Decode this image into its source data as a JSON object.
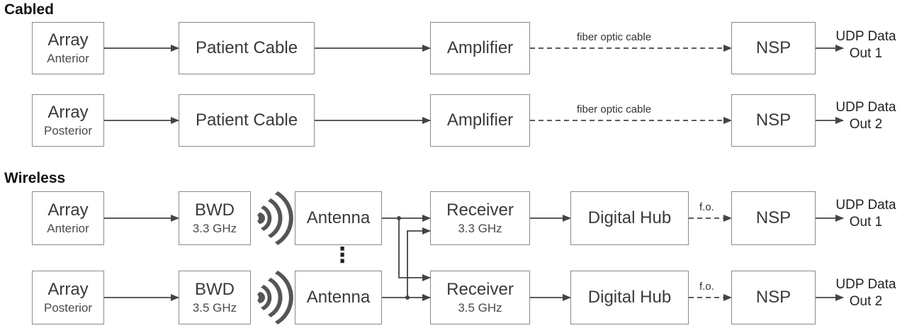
{
  "sections": {
    "cabled": "Cabled",
    "wireless": "Wireless"
  },
  "cabled": [
    {
      "array": "Array",
      "array_sub": "Anterior",
      "cable": "Patient Cable",
      "amp": "Amplifier",
      "link": "fiber optic cable",
      "nsp": "NSP",
      "out1": "UDP Data",
      "out2": "Out 1"
    },
    {
      "array": "Array",
      "array_sub": "Posterior",
      "cable": "Patient Cable",
      "amp": "Amplifier",
      "link": "fiber optic cable",
      "nsp": "NSP",
      "out1": "UDP Data",
      "out2": "Out 2"
    }
  ],
  "wireless": [
    {
      "array": "Array",
      "array_sub": "Anterior",
      "bwd": "BWD",
      "bwd_freq": "3.3 GHz",
      "antenna": "Antenna",
      "receiver": "Receiver",
      "rx_freq": "3.3 GHz",
      "hub": "Digital Hub",
      "link": "f.o.",
      "nsp": "NSP",
      "out1": "UDP Data",
      "out2": "Out 1"
    },
    {
      "array": "Array",
      "array_sub": "Posterior",
      "bwd": "BWD",
      "bwd_freq": "3.5 GHz",
      "antenna": "Antenna",
      "receiver": "Receiver",
      "rx_freq": "3.5 GHz",
      "hub": "Digital Hub",
      "link": "f.o.",
      "nsp": "NSP",
      "out1": "UDP Data",
      "out2": "Out 2"
    }
  ],
  "ellipsis": "⋮",
  "colors": {
    "box_border": "#8a8a8a",
    "line": "#444444",
    "text": "#3a3a3a"
  }
}
